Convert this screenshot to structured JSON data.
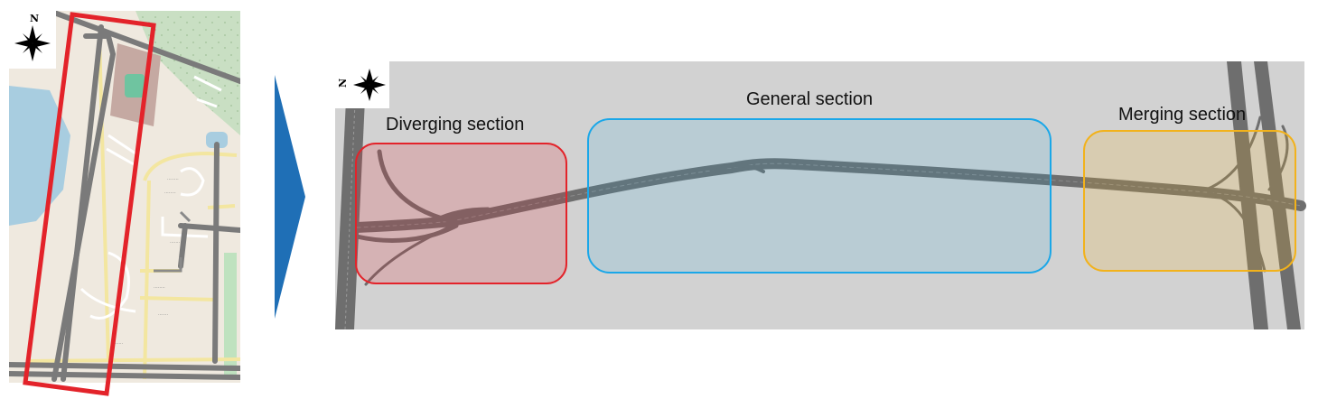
{
  "map": {
    "compass_letter": "N",
    "compass_icon": "compass-rose-icon"
  },
  "arrow": {
    "icon": "chevron-right-icon",
    "color": "#1f6fb6"
  },
  "simulation": {
    "compass_letter": "N",
    "compass_icon": "compass-rose-icon",
    "sections": [
      {
        "id": "diverging",
        "label": "Diverging section",
        "color": "#e3232a"
      },
      {
        "id": "general",
        "label": "General section",
        "color": "#1aa7e8"
      },
      {
        "id": "merging",
        "label": "Merging section",
        "color": "#f2b21b"
      }
    ]
  }
}
